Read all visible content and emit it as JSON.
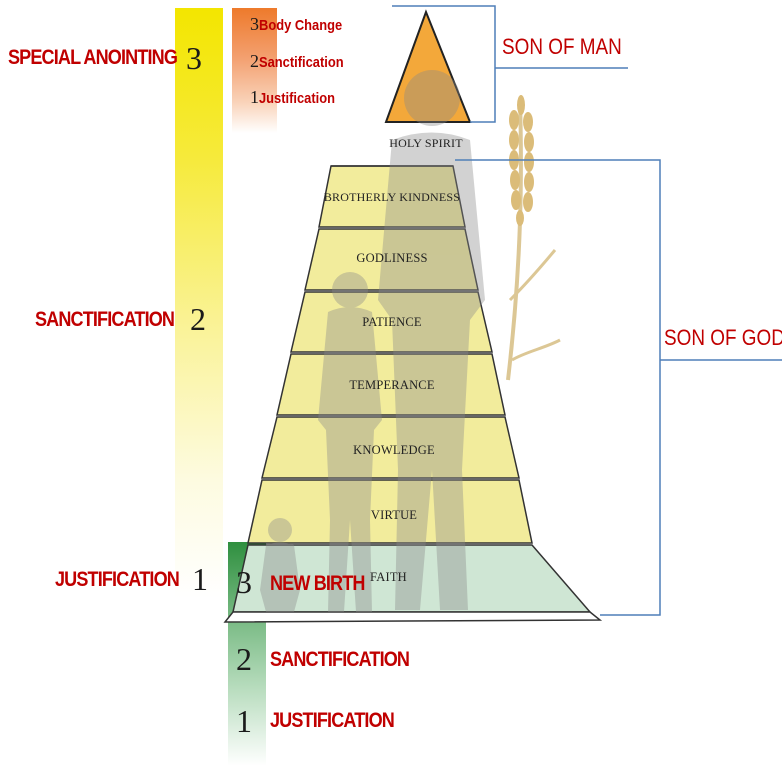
{
  "left_labels": {
    "special_anointing": "SPECIAL ANOINTING",
    "special_anointing_num": "3",
    "sanctification": "SANCTIFICATION",
    "sanctification_num": "2",
    "justification": "JUSTIFICATION",
    "justification_num": "1"
  },
  "top_stages": [
    {
      "num": "3",
      "label": "Body Change"
    },
    {
      "num": "2",
      "label": "Sanctification"
    },
    {
      "num": "1",
      "label": "Justification"
    }
  ],
  "bottom_stages": [
    {
      "num": "3",
      "label": "NEW BIRTH"
    },
    {
      "num": "2",
      "label": "SANCTIFICATION"
    },
    {
      "num": "1",
      "label": "JUSTIFICATION"
    }
  ],
  "pyramid": {
    "apex_label": "HOLY SPIRIT",
    "tiers": [
      "BROTHERLY KINDNESS",
      "GODLINESS",
      "PATIENCE",
      "TEMPERANCE",
      "KNOWLEDGE",
      "VIRTUE",
      "FAITH"
    ]
  },
  "right_labels": {
    "son_of_man": "SON OF MAN",
    "son_of_god": "SON OF GOD"
  },
  "colors": {
    "accent_red": "#c00000",
    "pyramid_fill": "#f2ec9c",
    "faith_fill": "#cfe6d4",
    "apex_fill": "#f3a83a",
    "bracket_blue": "#4f7fb8"
  }
}
